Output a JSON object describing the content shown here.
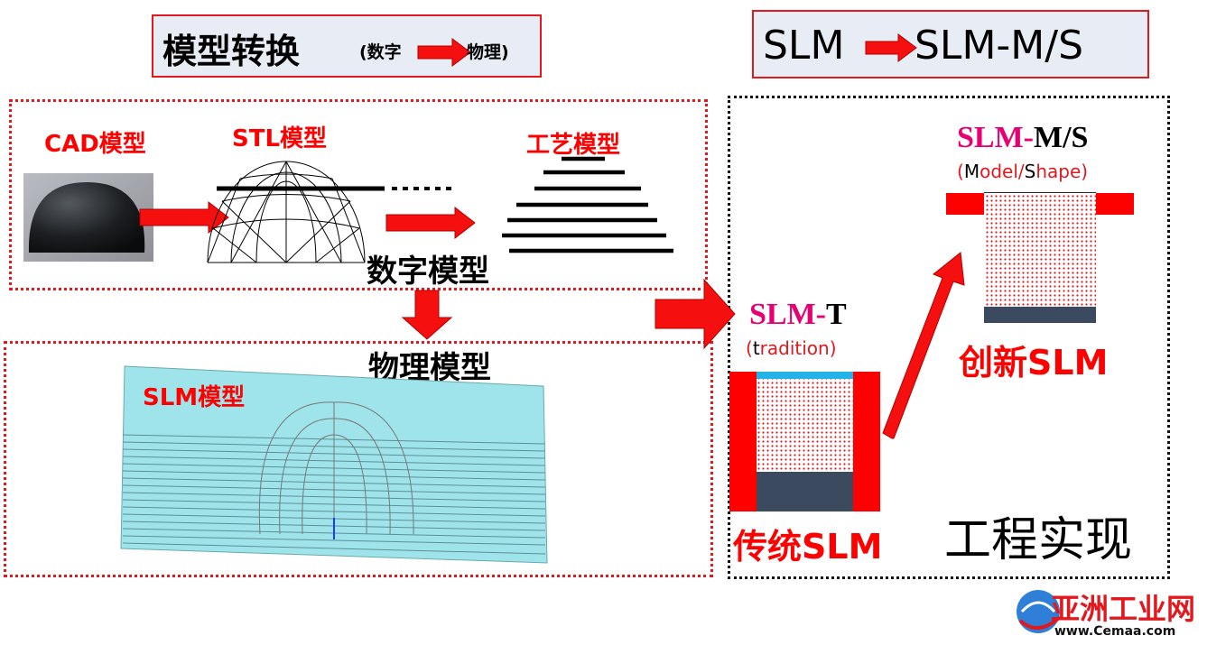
{
  "header_left": {
    "title": "模型转换",
    "sub_open": "(数字",
    "sub_close": "物理)"
  },
  "header_right": {
    "left_word": "SLM",
    "right_word": "SLM-M/S"
  },
  "left_panel": {
    "cad_label": "CAD模型",
    "stl_label": "STL模型",
    "process_label": "工艺模型",
    "digital_label": "数字模型",
    "physical_label": "物理模型",
    "slm_label": "SLM模型"
  },
  "right_panel": {
    "slm_ms": {
      "prefix": "SLM-",
      "suffix": "M/S",
      "note_open": "(",
      "note_m": "M",
      "note_mid": "odel/",
      "note_s": "S",
      "note_end": "hape)"
    },
    "slm_t": {
      "prefix": "SLM-",
      "suffix": "T",
      "note_open": "(",
      "note_t": "t",
      "note_end": "radition)"
    },
    "innovative_label": "创新SLM",
    "traditional_label": "传统SLM",
    "engineering_label": "工程实现"
  },
  "watermark": {
    "brand": "亚洲工业网",
    "url": "www.Cemaa.com"
  },
  "colors": {
    "accent_red": "#ff0000",
    "arrow_red": "#f50f0f",
    "box_fill": "#e7ecf5",
    "cyan": "#9fe4ea",
    "dark_slate": "#3b4a5e",
    "magenta": "#e60073"
  }
}
